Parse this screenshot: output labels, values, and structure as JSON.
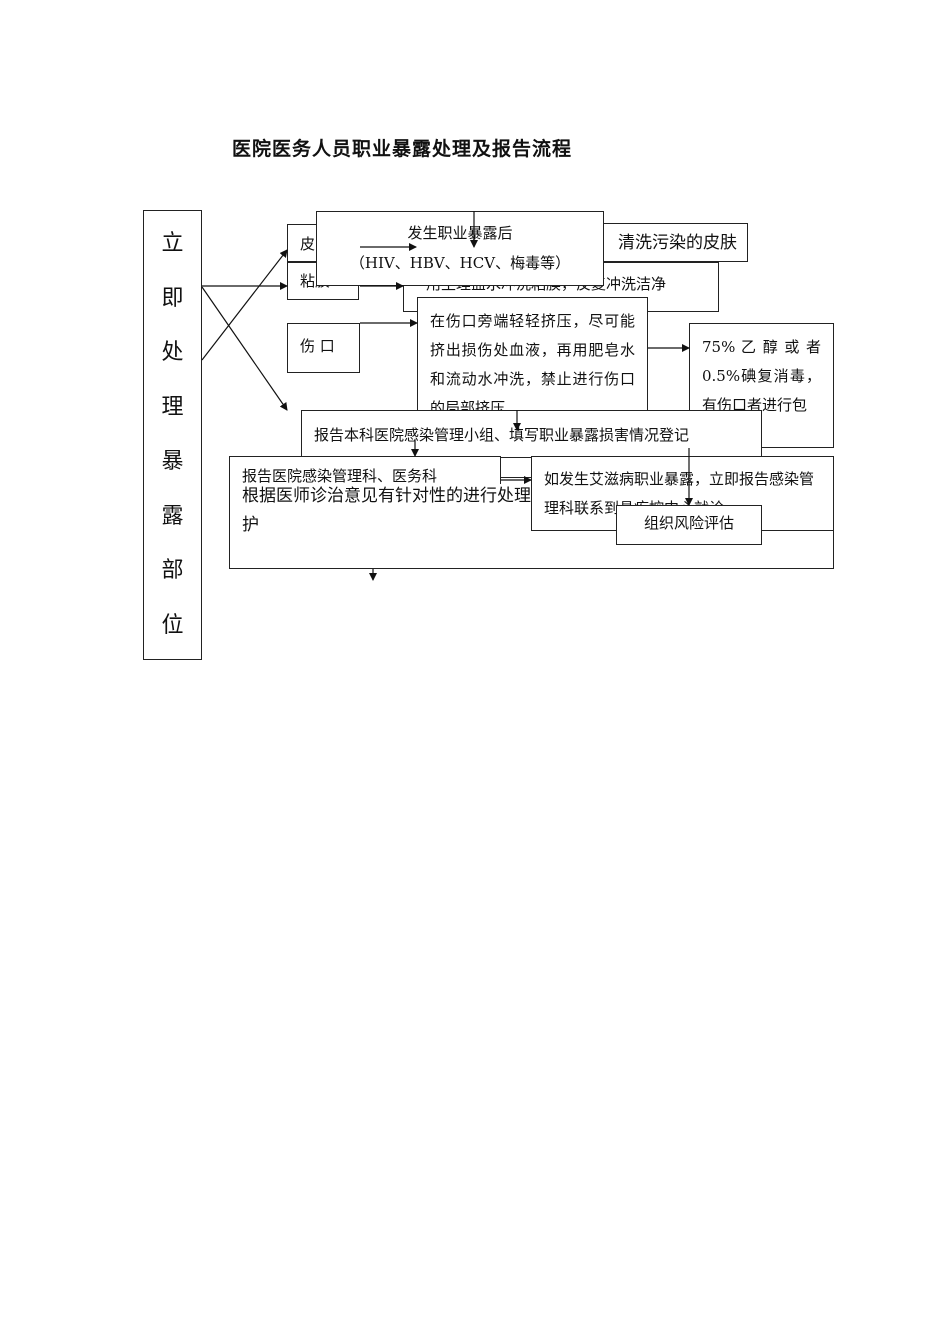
{
  "title": "医院医务人员职业暴露处理及报告流程",
  "left_column": [
    "立",
    "即",
    "处",
    "理",
    "暴",
    "露",
    "部",
    "位"
  ],
  "boxes": {
    "skin_label": "皮",
    "skin_action": "清洗污染的皮肤",
    "mucosa_label": "粘膜",
    "mucosa_action": "用生理盐水冲洗粘膜，反复冲洗洁净",
    "wound_label": "伤 口",
    "wound_action": "在伤口旁端轻轻挤压，尽可能挤出损伤处血液，再用肥皂水和流动水冲洗，禁止进行伤口的局部挤压",
    "disinfect": "75% 乙 醇 或 者 0.5%碘复消毒，有伤口者进行包",
    "exposure_line1": "发生职业暴露后",
    "exposure_line2": "（HIV、HBV、HCV、梅毒等）",
    "report_dept": "报告本科医院感染管理小组、填写职业暴露损害情况登记",
    "report_hospital": "报告医院感染管理科、医务科",
    "aids_report": "如发生艾滋病职业暴露，立即报告感染管理科联系到具疾控中心就诊。",
    "risk_assessment": "组织风险评估",
    "treatment": "根据医师诊治意见有针对性的进行处理，阴性职工自行接种乙肝疫苗，做好保护"
  }
}
